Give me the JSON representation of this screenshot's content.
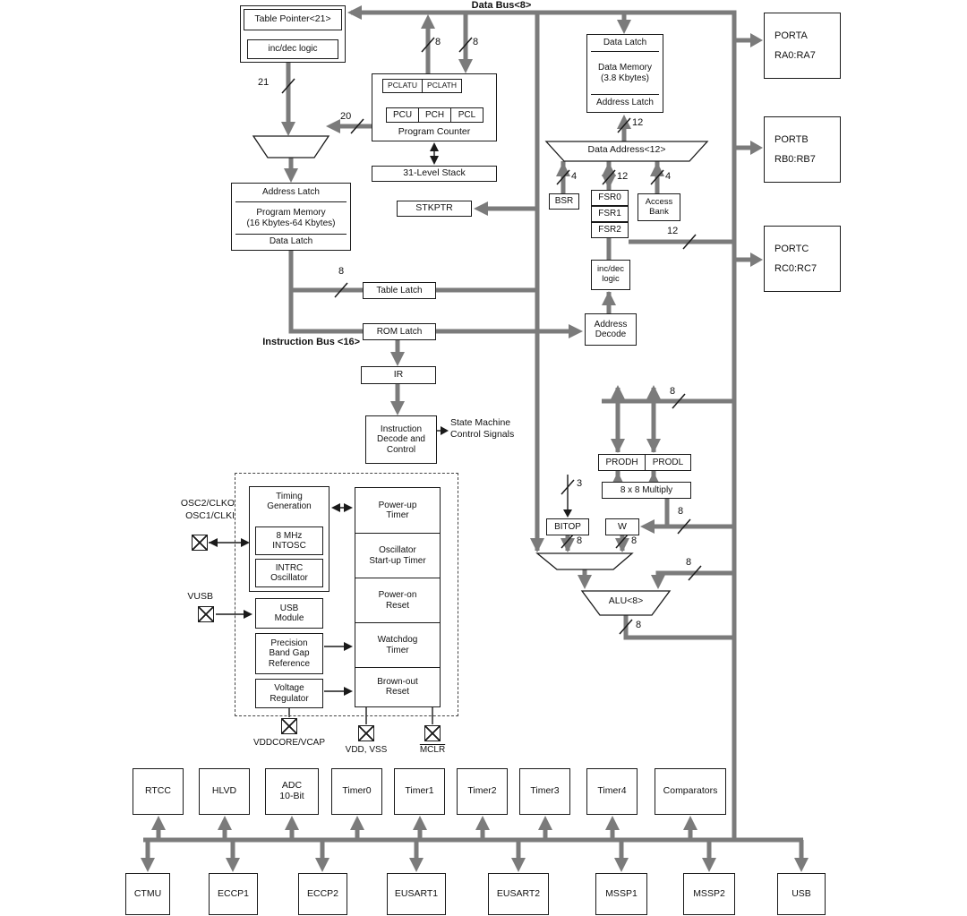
{
  "buses": {
    "data_bus": "Data Bus<8>",
    "instruction_bus": "Instruction Bus <16>",
    "w3": "3",
    "w4": "4",
    "w8": "8",
    "w12": "12",
    "w20": "20",
    "w21": "21"
  },
  "cpu": {
    "table_pointer": "Table Pointer<21>",
    "inc_dec_logic": "inc/dec logic",
    "pclatu": "PCLATU",
    "pclath": "PCLATH",
    "pcu": "PCU",
    "pch": "PCH",
    "pcl": "PCL",
    "program_counter": "Program Counter",
    "stack": "31-Level Stack",
    "stkptr": "STKPTR",
    "program_memory": {
      "top": "Address Latch",
      "body": "Program Memory\n(16 Kbytes-64 Kbytes)",
      "bottom": "Data Latch"
    },
    "table_latch": "Table Latch",
    "rom_latch": "ROM Latch",
    "ir": "IR",
    "instruction_decode": "Instruction\nDecode and\nControl",
    "state_machine": "State Machine\nControl Signals"
  },
  "data_memory": {
    "top": "Data Latch",
    "body": "Data Memory\n(3.8 Kbytes)",
    "bottom": "Address Latch",
    "data_address": "Data Address<12>",
    "bsr": "BSR",
    "fsr0": "FSR0",
    "fsr1": "FSR1",
    "fsr2": "FSR2",
    "access_bank": "Access\nBank",
    "inc_dec_logic": "inc/dec\nlogic",
    "address_decode": "Address\nDecode"
  },
  "ports": {
    "porta": {
      "name": "PORTA",
      "pins": "RA0:RA7"
    },
    "portb": {
      "name": "PORTB",
      "pins": "RB0:RB7"
    },
    "portc": {
      "name": "PORTC",
      "pins": "RC0:RC7"
    }
  },
  "alu_block": {
    "prodh": "PRODH",
    "prodl": "PRODL",
    "multiply": "8 x 8 Multiply",
    "bitop": "BITOP",
    "w": "W",
    "alu": "ALU<8>"
  },
  "system": {
    "timing_generation": "Timing\nGeneration",
    "intosc": "8 MHz\nINTOSC",
    "intrc": "INTRC\nOscillator",
    "usb_module": "USB\nModule",
    "band_gap": "Precision\nBand Gap\nReference",
    "voltage_regulator": "Voltage\nRegulator",
    "powerup_timer": "Power-up\nTimer",
    "startup_timer": "Oscillator\nStart-up Timer",
    "power_on_reset": "Power-on\nReset",
    "watchdog_timer": "Watchdog\nTimer",
    "brown_out_reset": "Brown-out\nReset"
  },
  "pins": {
    "osc2": "OSC2/CLKO",
    "osc1": "OSC1/CLKI",
    "vusb": "VUSB",
    "vddcore": "VDDCORE/VCAP",
    "vdd": "VDD, VSS",
    "mclr": "MCLR"
  },
  "peripherals": {
    "row1": [
      "RTCC",
      "HLVD",
      "ADC\n10-Bit",
      "Timer0",
      "Timer1",
      "Timer2",
      "Timer3",
      "Timer4",
      "Comparators"
    ],
    "row2": [
      "CTMU",
      "ECCP1",
      "ECCP2",
      "EUSART1",
      "EUSART2",
      "MSSP1",
      "MSSP2",
      "USB"
    ]
  }
}
